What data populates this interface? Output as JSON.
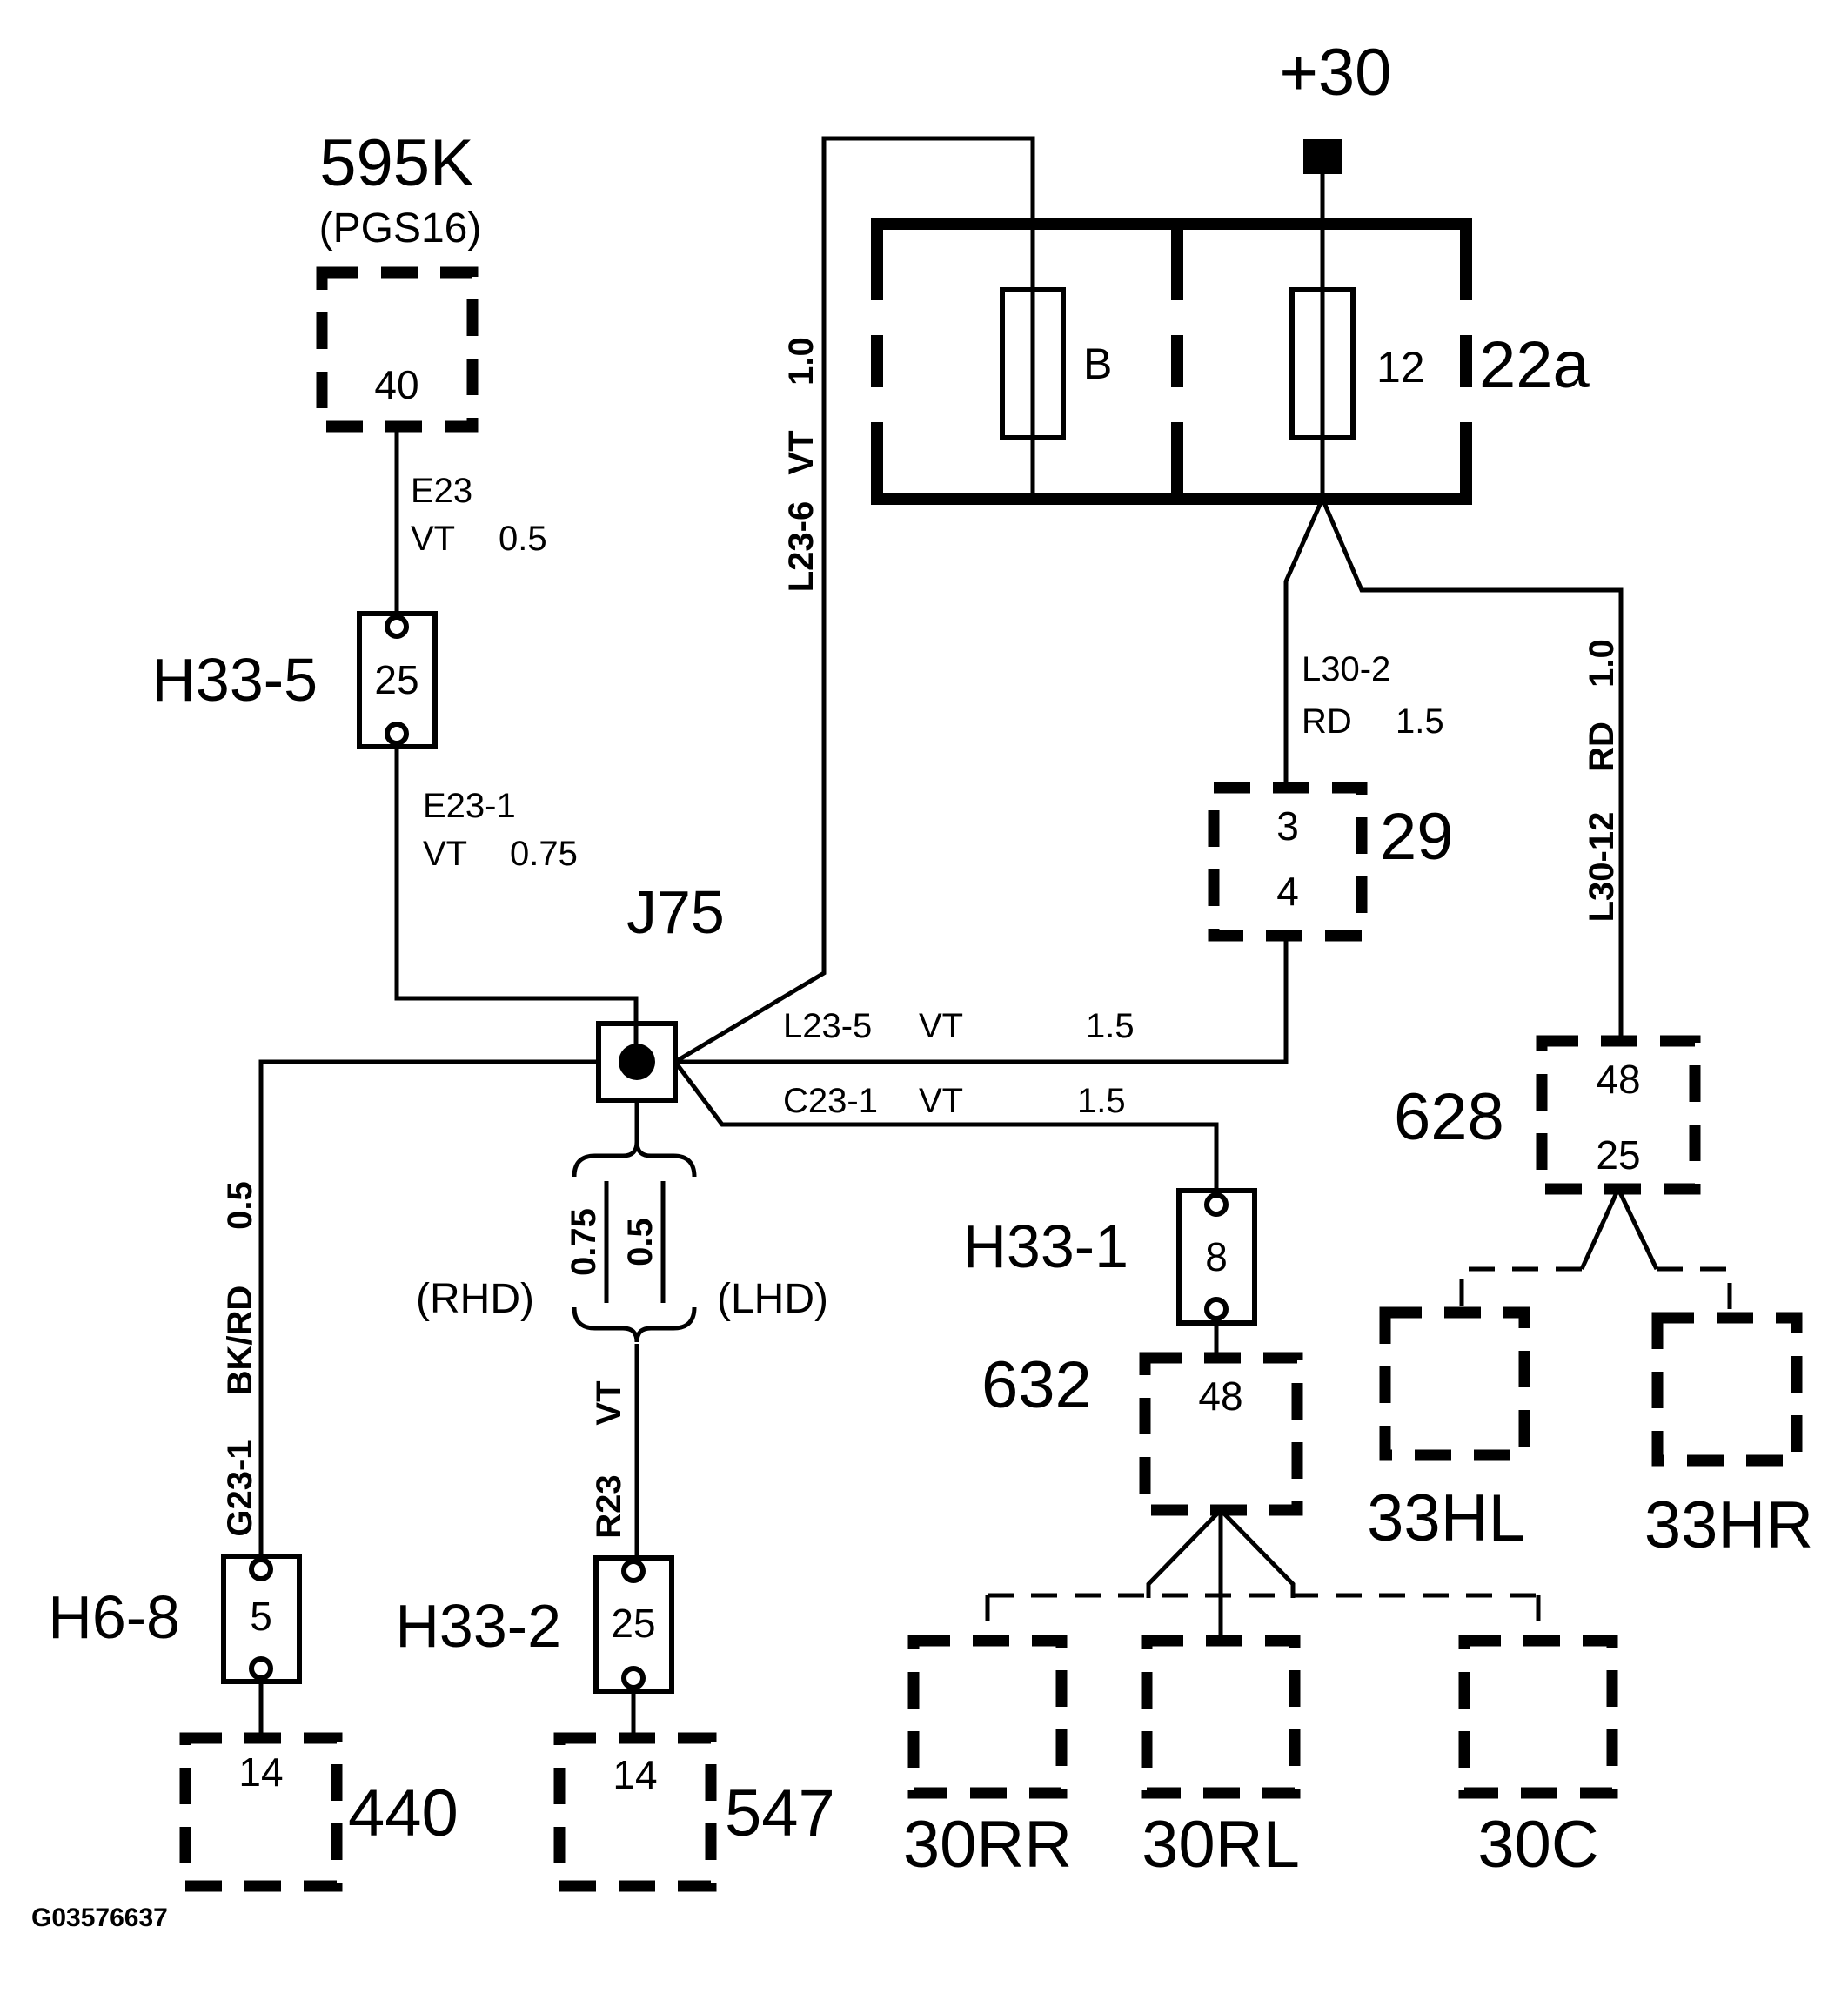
{
  "footer_id": "G03576637",
  "colors": {
    "ink": "#000000",
    "paper": "#ffffff"
  },
  "power": {
    "label": "+30"
  },
  "connectors": {
    "c595k": {
      "title": "595K",
      "subtitle": "(PGS16)",
      "pin": "40"
    },
    "c22a": {
      "title": "22a",
      "fuse_left": "B",
      "fuse_right": "12"
    },
    "c29": {
      "title": "29",
      "pin_top": "3",
      "pin_bottom": "4"
    },
    "c628": {
      "title": "628",
      "pin_top": "48",
      "pin_bottom": "25"
    },
    "c33hl": {
      "title": "33HL"
    },
    "c33hr": {
      "title": "33HR"
    },
    "c632": {
      "title": "632",
      "pin_top": "48"
    },
    "c30rr": {
      "title": "30RR"
    },
    "c30rl": {
      "title": "30RL"
    },
    "c30c": {
      "title": "30C"
    },
    "c440": {
      "title": "440",
      "pin": "14"
    },
    "c547": {
      "title": "547",
      "pin": "14"
    }
  },
  "splices": {
    "j75": {
      "title": "J75"
    }
  },
  "inline_connectors": {
    "h33_5": {
      "title": "H33-5",
      "pin": "25"
    },
    "h33_1": {
      "title": "H33-1",
      "pin": "8"
    },
    "h33_2": {
      "title": "H33-2",
      "pin": "25"
    },
    "h6_8": {
      "title": "H6-8",
      "pin": "5"
    }
  },
  "wires": {
    "e23": {
      "code": "E23",
      "color": "VT",
      "gauge": "0.5"
    },
    "e23_1": {
      "code": "E23-1",
      "color": "VT",
      "gauge": "0.75"
    },
    "l23_6": {
      "code": "L23-6",
      "color": "VT",
      "gauge": "1.0"
    },
    "l30_2": {
      "code": "L30-2",
      "color": "RD",
      "gauge": "1.5"
    },
    "l30_12": {
      "code": "L30-12",
      "color": "RD",
      "gauge": "1.0"
    },
    "l23_5": {
      "code": "L23-5",
      "color": "VT",
      "gauge": "1.5"
    },
    "c23_1": {
      "code": "C23-1",
      "color": "VT",
      "gauge": "1.5"
    },
    "g23_1": {
      "code": "G23-1",
      "color": "BK/RD",
      "gauge": "0.5"
    },
    "r23": {
      "code": "R23",
      "color": "VT"
    }
  },
  "variants": {
    "rhd": "(RHD)",
    "lhd": "(LHD)",
    "rhd_gauge": "0.75",
    "lhd_gauge": "0.5"
  }
}
